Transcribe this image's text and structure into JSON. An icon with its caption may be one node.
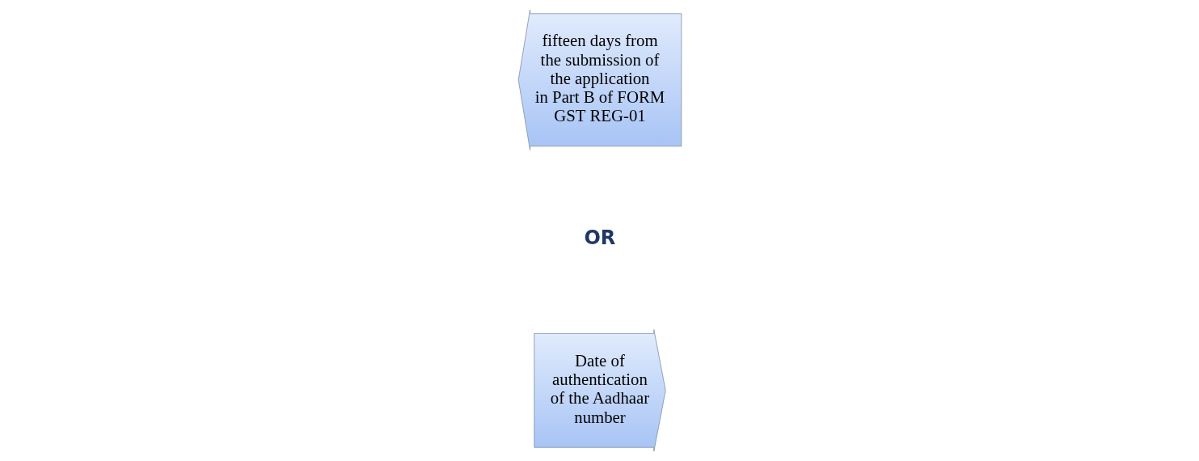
{
  "diagram": {
    "nodes": [
      {
        "text": [
          "Date of authentication of the Aadhaar number"
        ]
      },
      {
        "text": [
          "fifteen days from the submission of the application in Part B of FORM GST REG-01"
        ]
      }
    ],
    "labels": [
      "OR"
    ]
  }
}
